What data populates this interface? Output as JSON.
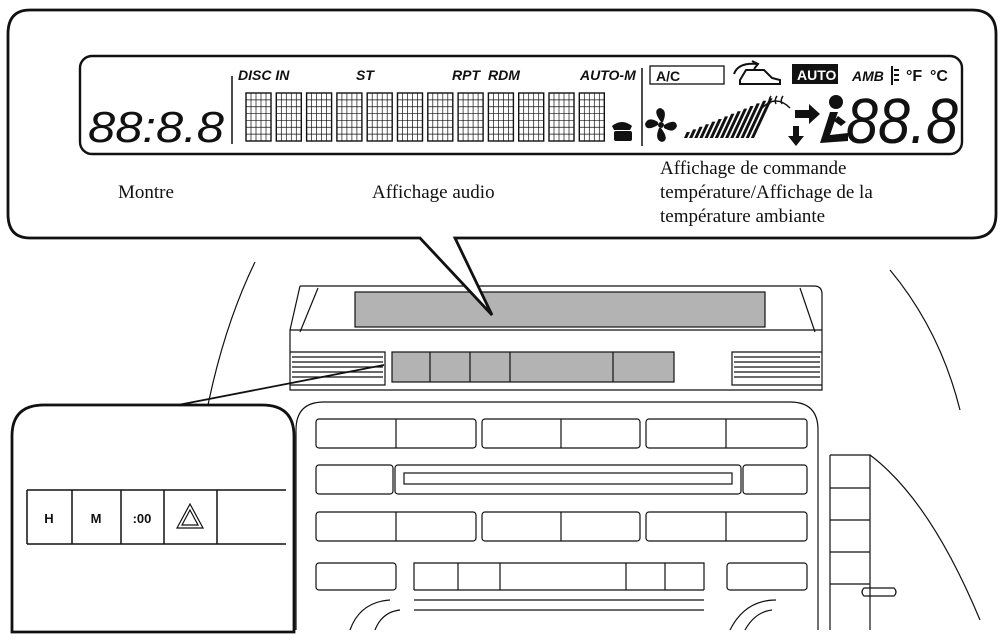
{
  "display": {
    "clock_digits": "88:8.8",
    "indicators": {
      "disc_in": "DISC IN",
      "st": "ST",
      "rpt": "RPT",
      "rdm": "RDM",
      "auto_m": "AUTO-M"
    },
    "climate": {
      "ac": "A/C",
      "auto": "AUTO",
      "amb": "AMB",
      "deg_f": "°F",
      "deg_c": "°C",
      "temp_digits": "88.8"
    },
    "dot_matrix_cells": 12
  },
  "captions": {
    "clock": "Montre",
    "audio": "Affichage audio",
    "climate_line1": "Affichage de commande",
    "climate_line2": "température/Affichage de la",
    "climate_line3": "température ambiante"
  },
  "clock_buttons": {
    "hour": "H",
    "minute": "M",
    "reset": ":00"
  },
  "colors": {
    "line": "#111111",
    "highlight": "#b3b3b3",
    "background": "#ffffff"
  }
}
